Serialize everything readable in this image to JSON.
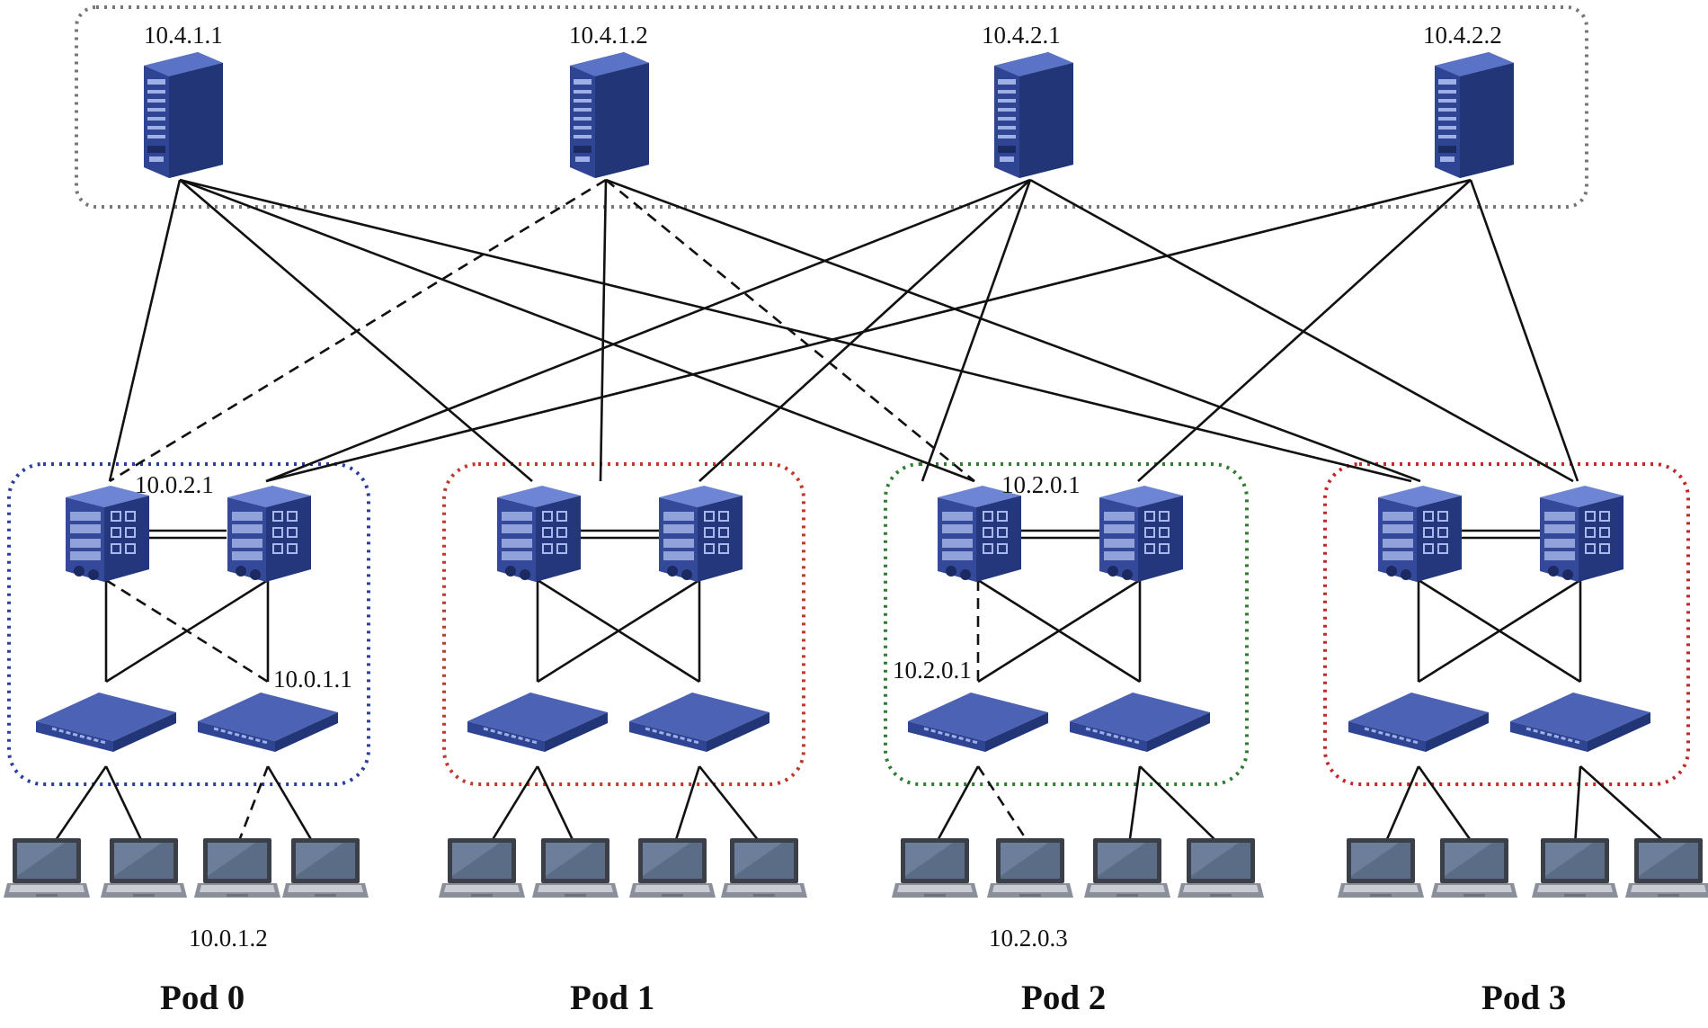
{
  "labels": {
    "core1": "10.4.1.1",
    "core2": "10.4.1.2",
    "core3": "10.4.2.1",
    "core4": "10.4.2.2",
    "pod0_agg": "10.0.2.1",
    "pod0_edge": "10.0.1.1",
    "pod0_host": "10.0.1.2",
    "pod2_agg": "10.2.0.1",
    "pod2_edge": "10.2.0.1",
    "pod2_host": "10.2.0.3"
  },
  "pods": [
    {
      "name": "Pod 0",
      "color": "#2b3f9e"
    },
    {
      "name": "Pod 1",
      "color": "#c0392b"
    },
    {
      "name": "Pod 2",
      "color": "#2e7d32"
    },
    {
      "name": "Pod 3",
      "color": "#c62828"
    }
  ],
  "colors": {
    "device": "#2f4593",
    "device_light": "#4a63b8",
    "core_group_border": "#777777",
    "link": "#111111"
  }
}
